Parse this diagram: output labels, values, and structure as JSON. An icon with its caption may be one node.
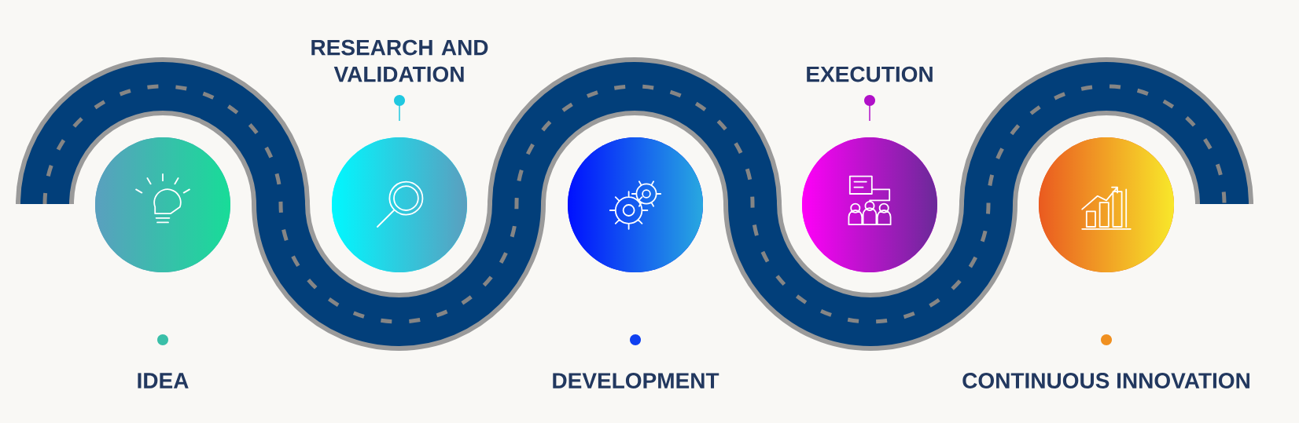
{
  "diagram": {
    "nodes": [
      {
        "text": [],
        "shape": "circle",
        "beside": [
          "IDEA"
        ]
      },
      {
        "text": [],
        "shape": "circle",
        "beside": [
          "RESEARCH AND VALIDATION"
        ]
      },
      {
        "text": [],
        "shape": "circle",
        "beside": [
          "DEVELOPMENT"
        ]
      },
      {
        "text": [],
        "shape": "circle",
        "beside": [
          "EXECUTION"
        ]
      },
      {
        "text": [],
        "shape": "circle",
        "beside": [
          "CONTINUOUS INNOVATION"
        ]
      }
    ]
  }
}
